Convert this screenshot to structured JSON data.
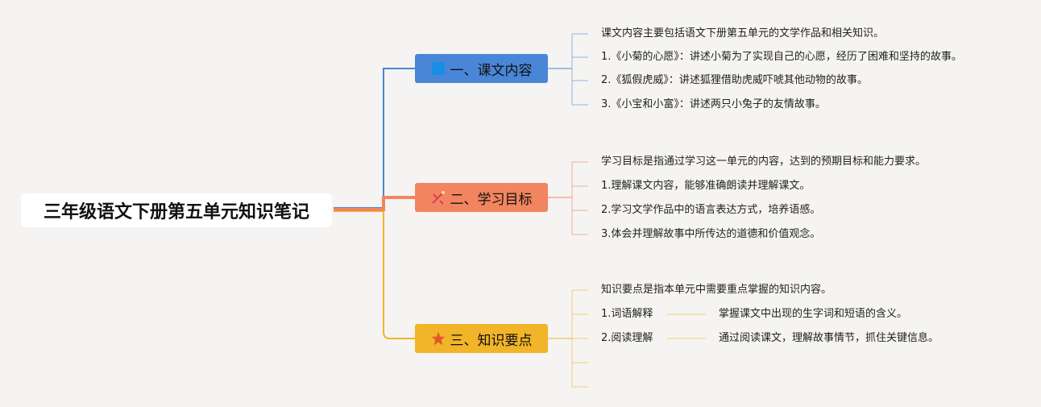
{
  "root": {
    "title": "三年级语文下册第五单元知识笔记"
  },
  "branches": [
    {
      "label": "一、课文内容",
      "icon": "blue-square-icon",
      "color": "#4a86d8",
      "items": [
        "课文内容主要包括语文下册第五单元的文学作品和相关知识。",
        "1.《小菊的心愿》：讲述小菊为了实现自己的心愿，经历了困难和坚持的故事。",
        "2.《狐假虎威》：讲述狐狸借助虎威吓唬其他动物的故事。",
        "3.《小宝和小富》：讲述两只小兔子的友情故事。"
      ]
    },
    {
      "label": "二、学习目标",
      "icon": "target-icon",
      "color": "#f2855f",
      "items": [
        "学习目标是指通过学习这一单元的内容，达到的预期目标和能力要求。",
        "1.理解课文内容，能够准确朗读并理解课文。",
        "2.学习文学作品中的语言表达方式，培养语感。",
        "3.体会并理解故事中所传达的道德和价值观念。"
      ]
    },
    {
      "label": "三、知识要点",
      "icon": "star-icon",
      "color": "#f2b428",
      "items": [
        "知识要点是指本单元中需要重点掌握的知识内容。",
        "1.词语解释",
        "2.阅读理解"
      ],
      "details": [
        "掌握课文中出现的生字词和短语的含义。",
        "通过阅读课文，理解故事情节，抓住关键信息。"
      ]
    }
  ]
}
